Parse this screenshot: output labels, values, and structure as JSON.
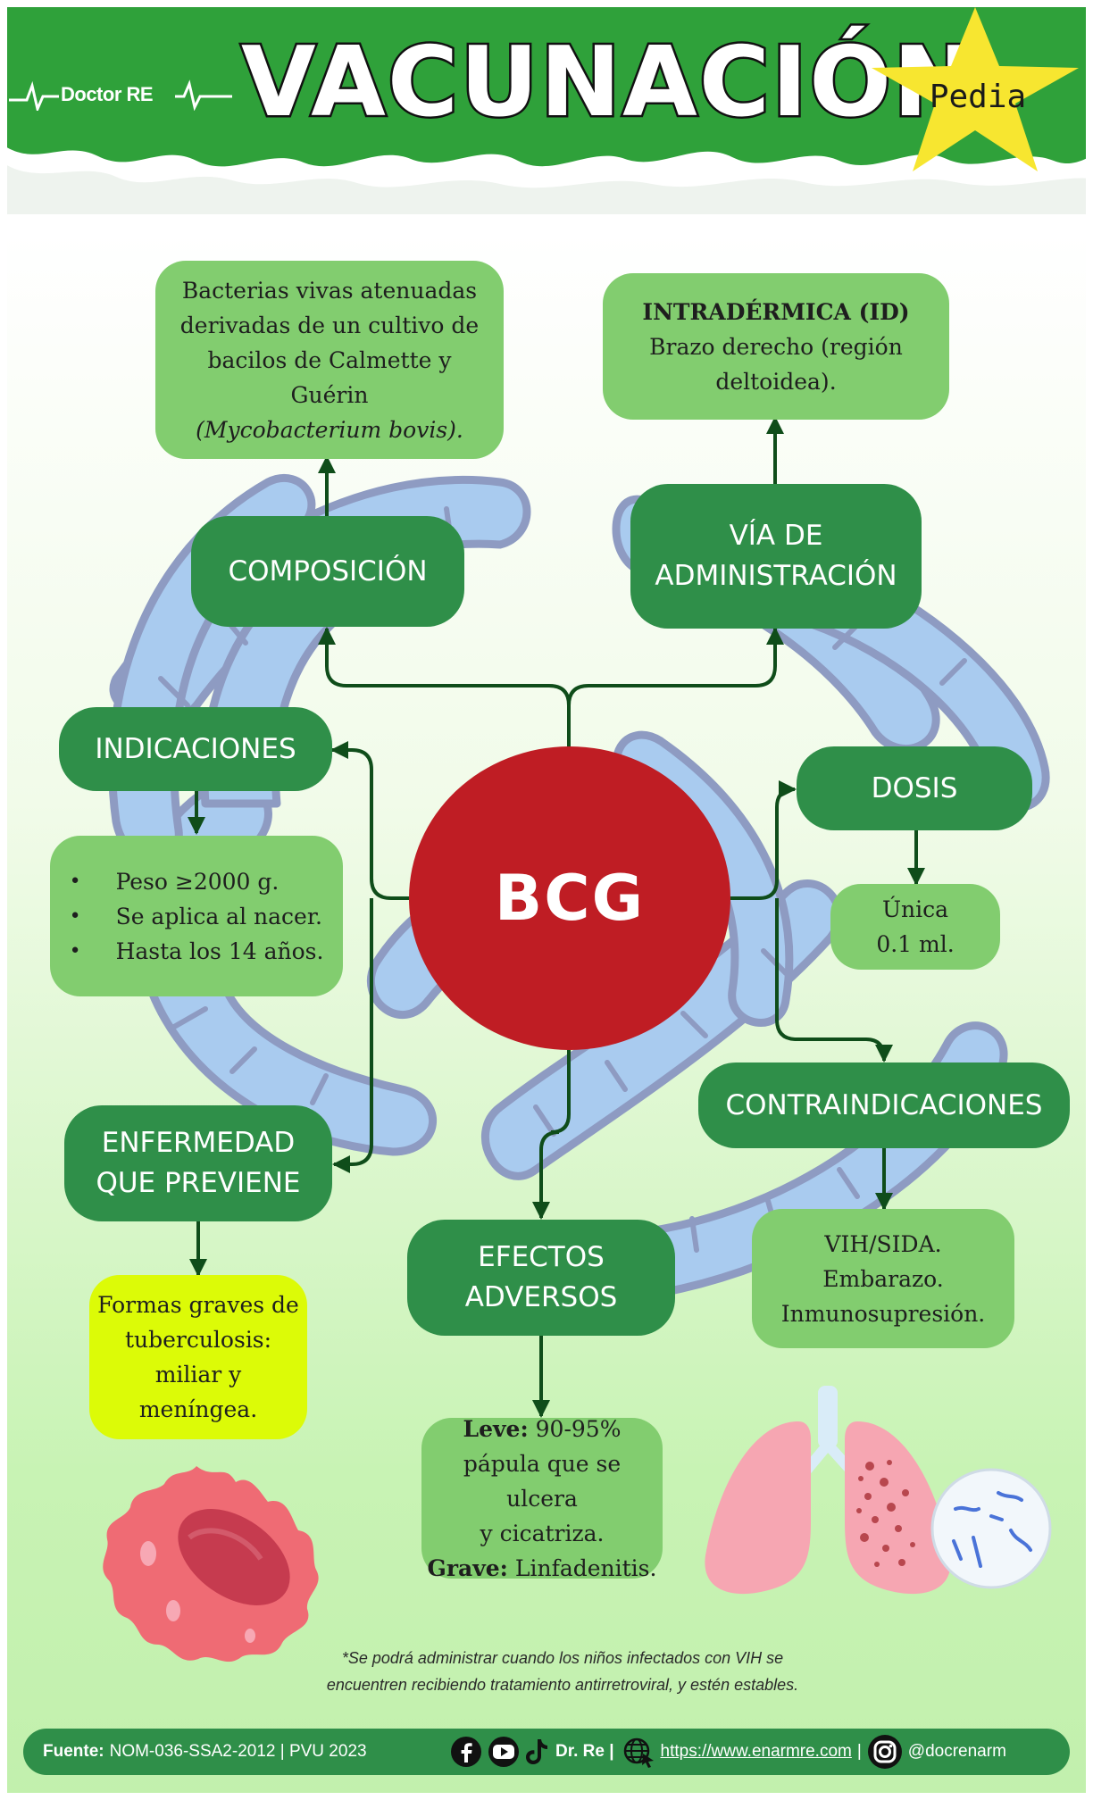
{
  "header": {
    "logo_text": "Doctor RE",
    "title": "VACUNACIÓN",
    "badge": "Pedia"
  },
  "center": {
    "label": "BCG"
  },
  "nodes": {
    "composicion": {
      "title": "COMPOSICIÓN",
      "detail_line1": "Bacterias vivas atenuadas",
      "detail_line2": "derivadas de un cultivo de",
      "detail_line3": "bacilos de Calmette y Guérin",
      "detail_line4": "(Mycobacterium bovis)."
    },
    "via": {
      "title_line1": "VÍA DE",
      "title_line2": "ADMINISTRACIÓN",
      "detail_bold": "INTRADÉRMICA (ID)",
      "detail_line2": "Brazo derecho (región",
      "detail_line3": "deltoidea)."
    },
    "indicaciones": {
      "title": "INDICACIONES",
      "items": [
        "Peso ≥2000 g.",
        "Se aplica al nacer.",
        "Hasta los 14 años."
      ]
    },
    "dosis": {
      "title": "DOSIS",
      "detail_line1": "Única",
      "detail_line2": "0.1 ml."
    },
    "contraindicaciones": {
      "title": "CONTRAINDICACIONES",
      "detail_line1": "VIH/SIDA.",
      "detail_line2": "Embarazo.",
      "detail_line3": "Inmunosupresión."
    },
    "enfermedad": {
      "title_line1": "ENFERMEDAD",
      "title_line2": "QUE PREVIENE",
      "detail_line1": "Formas graves de",
      "detail_line2": "tuberculosis:",
      "detail_line3": "miliar y meníngea."
    },
    "efectos": {
      "title_line1": "EFECTOS",
      "title_line2": "ADVERSOS",
      "leve_label": "Leve:",
      "leve_text": " 90-95%",
      "detail_line2": "pápula que se ulcera",
      "detail_line3": "y cicatriza.",
      "grave_label": "Grave:",
      "grave_text": " Linfadenitis."
    }
  },
  "note": {
    "line1": "*Se podrá administrar cuando los niños infectados con VIH se",
    "line2": "encuentren recibiendo tratamiento antirretroviral, y estén estables."
  },
  "footer": {
    "source_label": "Fuente:",
    "source_text": "NOM-036-SSA2-2012 | PVU 2023",
    "brand": "Dr. Re |",
    "url": "https://www.enarmre.com",
    "separator": "|",
    "handle": "@docrenarm"
  },
  "colors": {
    "header_green": "#2fa13a",
    "node_dark_green": "#2f8f49",
    "node_light_green": "#82cd6f",
    "highlight_yellow": "#dcfb07",
    "center_red": "#bf1d24",
    "connector": "#0f4d1a",
    "star_yellow": "#f7e630"
  },
  "icons": [
    "heartbeat-line-icon",
    "star-icon",
    "facebook-icon",
    "youtube-icon",
    "tiktok-icon",
    "globe-cursor-icon",
    "instagram-icon",
    "blood-cell-illustration",
    "lungs-illustration",
    "bacilli-illustration",
    "mycobacterium-background-illustration"
  ]
}
